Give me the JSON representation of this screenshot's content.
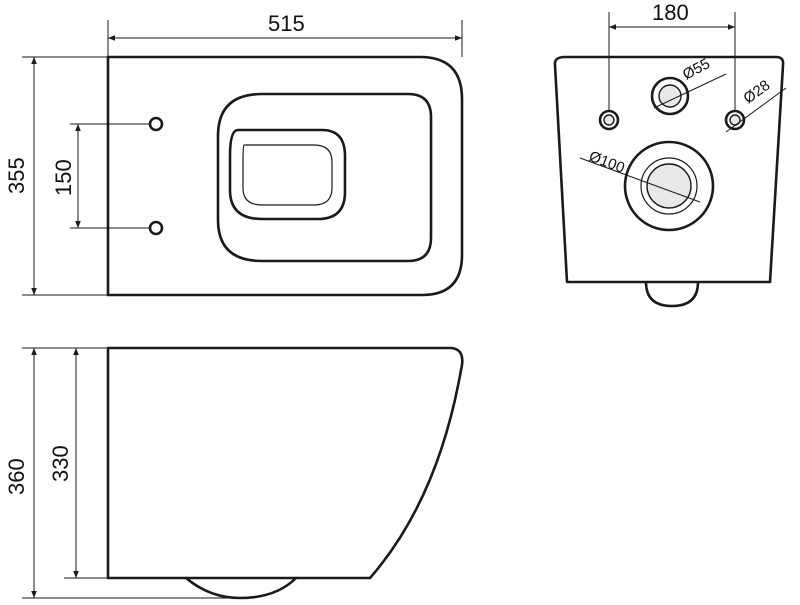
{
  "dimensions": {
    "top_width": "515",
    "top_depth": "355",
    "bolt_spacing": "150",
    "back_inlet_spacing": "180",
    "pipe_55": "Ø55",
    "pipe_28": "Ø28",
    "pipe_100": "Ø100",
    "side_height_total": "360",
    "side_height_body": "330"
  }
}
